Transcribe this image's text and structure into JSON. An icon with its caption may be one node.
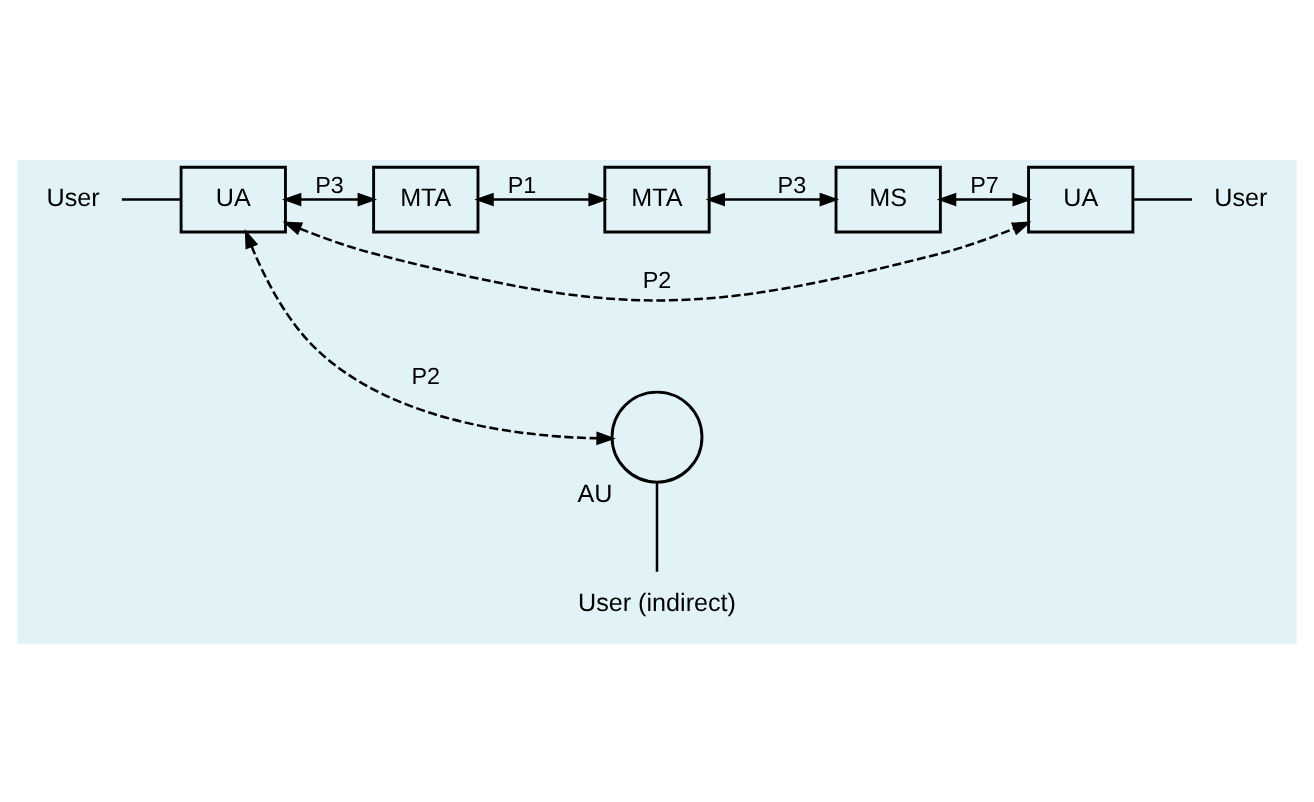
{
  "diagram": {
    "nodes": [
      {
        "text": [
          "User"
        ]
      },
      {
        "text": [
          "UA"
        ]
      },
      {
        "text": [
          "MTA"
        ]
      },
      {
        "text": [
          "MTA"
        ]
      },
      {
        "text": [
          "MS"
        ]
      },
      {
        "text": [
          "UA"
        ]
      },
      {
        "text": [
          "User"
        ]
      },
      {
        "text": [],
        "shape": "circle",
        "beside": [
          "AU"
        ]
      },
      {
        "text": [
          "User (indirect)"
        ]
      }
    ],
    "edges": [
      {
        "from": 0,
        "to": 1,
        "arrow": "none"
      },
      {
        "from": 1,
        "to": 2,
        "arrow": "both",
        "label": "P3"
      },
      {
        "from": 2,
        "to": 3,
        "arrow": "both",
        "label": "P1"
      },
      {
        "from": 3,
        "to": 4,
        "arrow": "both",
        "label": "P3"
      },
      {
        "from": 4,
        "to": 5,
        "arrow": "both",
        "label": "P7"
      },
      {
        "from": 5,
        "to": 6,
        "arrow": "none"
      },
      {
        "from": 1,
        "to": 5,
        "arrow": "both",
        "label": "P2",
        "style": "dashed"
      },
      {
        "from": 1,
        "to": 7,
        "arrow": "both",
        "label": "P2",
        "style": "dashed"
      },
      {
        "from": 7,
        "to": 8,
        "arrow": "none"
      }
    ]
  }
}
